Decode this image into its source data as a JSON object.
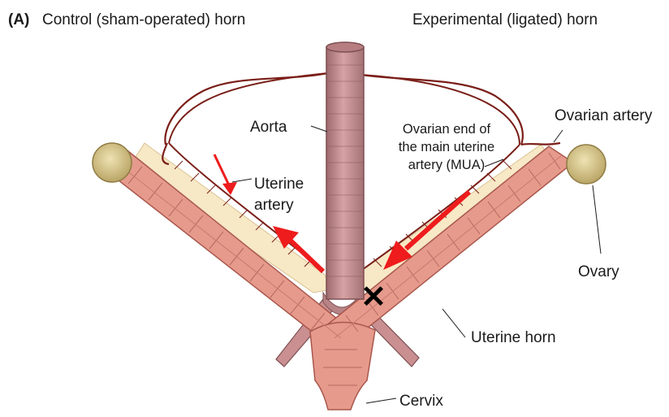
{
  "panel_letter": "(A)",
  "titles": {
    "control": "Control (sham-operated) horn",
    "experimental": "Experimental (ligated) horn"
  },
  "labels": {
    "aorta": "Aorta",
    "uterine_artery_line1": "Uterine",
    "uterine_artery_line2": "artery",
    "mua_line1": "Ovarian end of",
    "mua_line2": "the main uterine",
    "mua_line3": "artery (MUA)",
    "ovarian_artery": "Ovarian artery",
    "ovary": "Ovary",
    "uterine_horn": "Uterine horn",
    "cervix": "Cervix",
    "ligation_mark": "✕"
  },
  "colors": {
    "horn_fill": "#e59a8c",
    "horn_stroke": "#a9574c",
    "aorta_fill": "#c98f91",
    "aorta_stroke": "#7e4f52",
    "mesentery_fill": "#f7e8c6",
    "artery_stroke": "#7a1e18",
    "ovary_fill": "#d8c78c",
    "flow_arrow": "#ee1c1c",
    "ligation": "#000000"
  }
}
